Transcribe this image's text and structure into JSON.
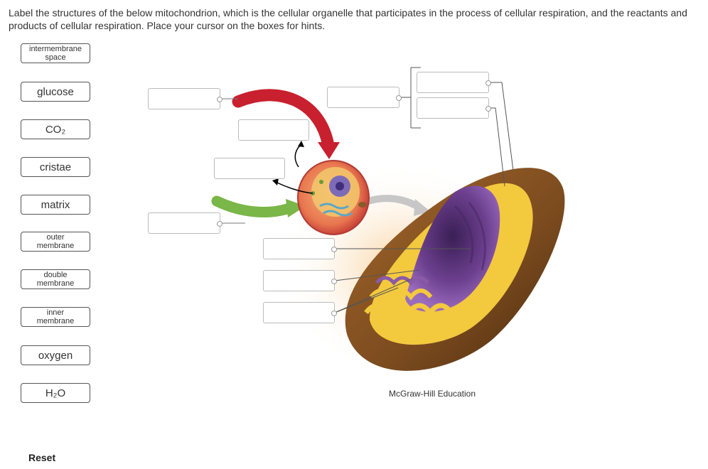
{
  "instructions": "Label the structures of the below mitochondrion, which is the cellular organelle that participates in the process of cellular respiration, and the reactants and products of cellular respiration. Place your cursor on the boxes for hints.",
  "labels": {
    "intermembrane_space": [
      "intermembrane",
      "space"
    ],
    "glucose": "glucose",
    "co2": "CO₂",
    "cristae": "cristae",
    "matrix": "matrix",
    "outer_membrane": [
      "outer",
      "membrane"
    ],
    "double_membrane": [
      "double",
      "membrane"
    ],
    "inner_membrane": [
      "inner",
      "membrane"
    ],
    "oxygen": "oxygen",
    "h2o": "H₂O"
  },
  "credit": "McGraw-Hill Education",
  "reset": "Reset",
  "colors": {
    "red_arrow": "#c8202e",
    "green_arrow": "#7ab648",
    "outer_brown": "#7a4a1e",
    "membrane_yellow": "#f3c93e",
    "matrix_purple": "#6c3f8e"
  }
}
